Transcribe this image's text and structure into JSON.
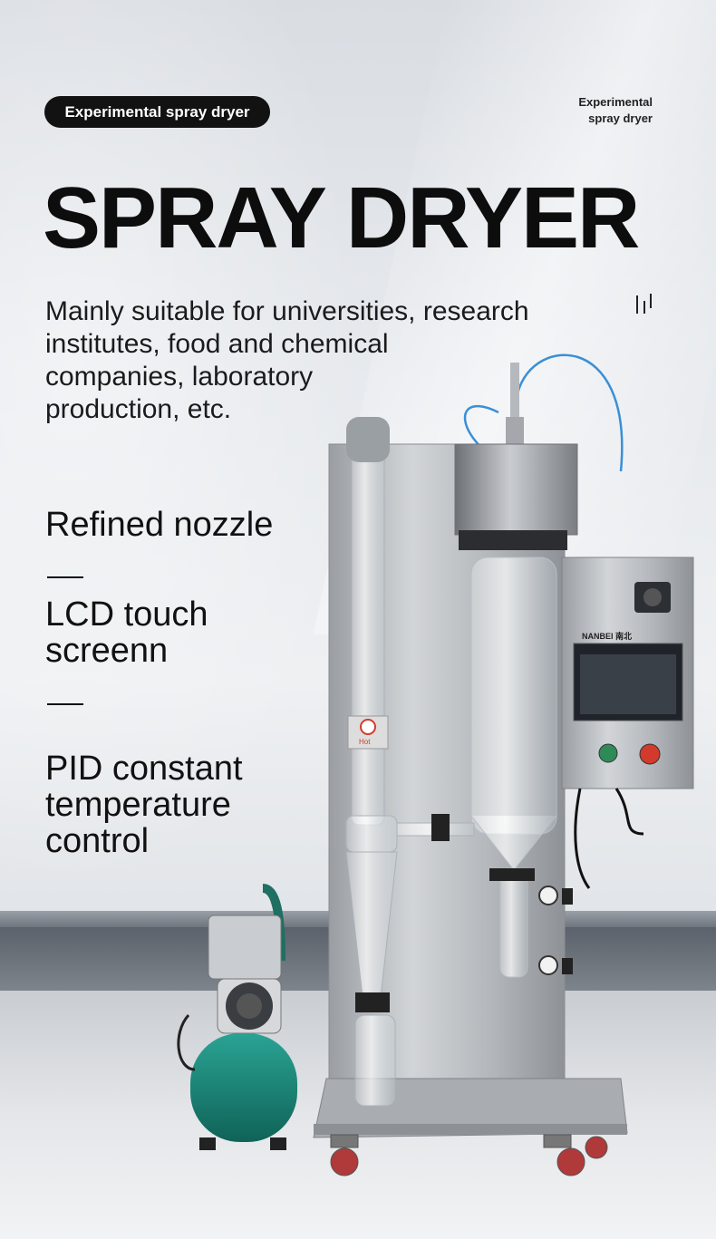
{
  "header": {
    "badge": "Experimental spray dryer",
    "corner_line1": "Experimental",
    "corner_line2": "spray dryer"
  },
  "title": "SPRAY DRYER",
  "description": {
    "line1": "Mainly suitable for universities, research",
    "line2": "institutes, food and chemical",
    "line3": "companies, laboratory",
    "line4": "production, etc."
  },
  "features": [
    {
      "lines": [
        "Refined nozzle"
      ]
    },
    {
      "lines": [
        "LCD touch",
        "screenn"
      ]
    },
    {
      "lines": [
        "PID constant",
        "temperature",
        "control"
      ]
    }
  ],
  "machine": {
    "brand": "NANBEI",
    "brand_cn": "南北",
    "hot_label": "Hot",
    "body_color": "#b9bcc0",
    "compressor_color": "#1f8a7c",
    "button_green": "#2e8b57",
    "button_red": "#d33a2c",
    "screen_color": "#3a4048"
  }
}
